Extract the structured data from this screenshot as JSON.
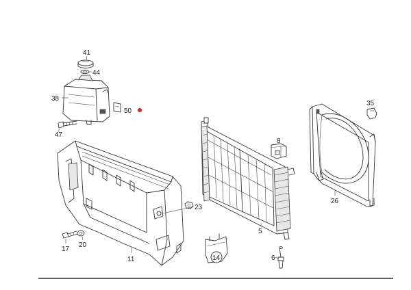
{
  "callouts": {
    "c41": "41",
    "c44": "44",
    "c38": "38",
    "c50": "50",
    "c47": "47",
    "c35": "35",
    "c8": "8",
    "c23": "23",
    "c26": "26",
    "c5": "5",
    "c17": "17",
    "c20": "20",
    "c11": "11",
    "c14": "14",
    "c6": "6"
  },
  "colors": {
    "ink": "#333333",
    "marker": "#e02020",
    "rule": "#000000"
  }
}
